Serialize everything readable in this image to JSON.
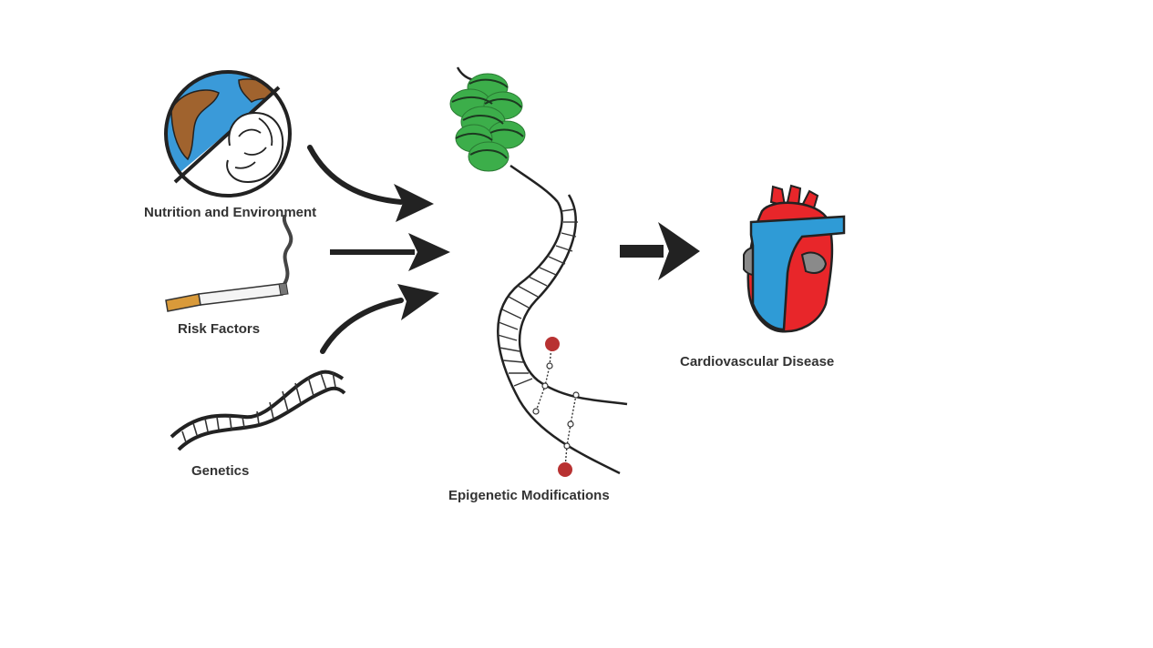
{
  "labels": {
    "nutrition": "Nutrition and Environment",
    "risk": "Risk Factors",
    "genetics": "Genetics",
    "epigenetic": "Epigenetic Modifications",
    "cardio": "Cardiovascular Disease"
  },
  "colors": {
    "ocean": "#3a9ad9",
    "land": "#a0632e",
    "nucleosome": "#3cae4a",
    "methyl": "#b83232",
    "heart_red": "#e8262a",
    "heart_blue": "#2f9bd6",
    "heart_gray": "#8a8a8a",
    "cigarette_filter": "#d99a3a",
    "ink": "#222222"
  },
  "icons": [
    "globe-icon",
    "fetus-icon",
    "cigarette-icon",
    "smoke-icon",
    "dna-helix-icon",
    "chromatin-icon",
    "methyl-group-icon",
    "heart-icon"
  ]
}
